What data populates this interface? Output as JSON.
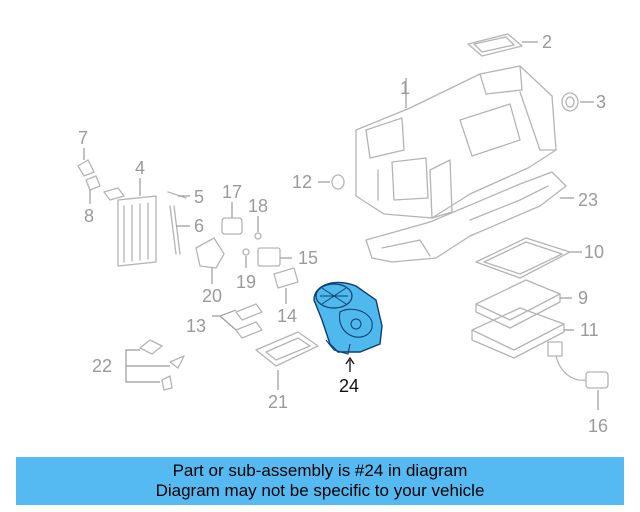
{
  "callouts": {
    "c1": "1",
    "c2": "2",
    "c3": "3",
    "c4": "4",
    "c5": "5",
    "c6": "6",
    "c7": "7",
    "c8": "8",
    "c9": "9",
    "c10": "10",
    "c11": "11",
    "c12": "12",
    "c13": "13",
    "c14": "14",
    "c15": "15",
    "c16": "16",
    "c17": "17",
    "c18": "18",
    "c19": "19",
    "c20": "20",
    "c21": "21",
    "c22": "22",
    "c23": "23",
    "c24": "24"
  },
  "highlighted_part": "24",
  "colors": {
    "highlight_fill": "#4fb9ee",
    "highlight_stroke": "#0c3f6e",
    "banner_background": "#55baf2",
    "line_art": "#b4b4b4"
  },
  "banner": {
    "line1": "Part or sub-assembly is #24 in diagram",
    "line2": "Diagram may not be specific to your vehicle"
  }
}
